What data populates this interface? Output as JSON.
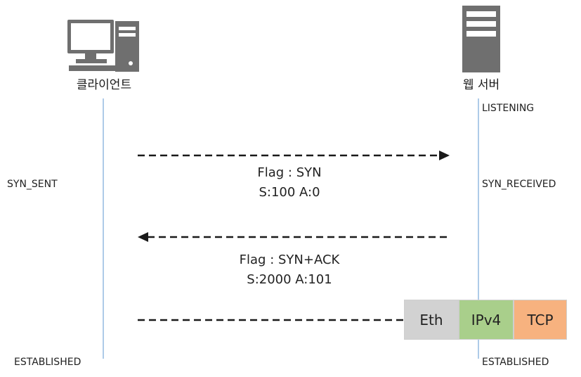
{
  "client": {
    "label": "클라이언트",
    "icon": "desktop-computer-icon"
  },
  "server": {
    "label": "웹 서버",
    "icon": "server-tower-icon"
  },
  "states": {
    "listening": "LISTENING",
    "syn_sent": "SYN_SENT",
    "syn_received": "SYN_RECEIVED",
    "client_established": "ESTABLISHED",
    "server_established": "ESTABLISHED"
  },
  "messages": [
    {
      "flag": "Flag : SYN",
      "seq": "S:100 A:0",
      "direction": "client-to-server"
    },
    {
      "flag": "Flag : SYN+ACK",
      "seq": "S:2000 A:101",
      "direction": "server-to-client"
    },
    {
      "direction": "client-to-server"
    }
  ],
  "packet": {
    "segments": [
      {
        "label": "Eth",
        "color": "#d2d2d2"
      },
      {
        "label": "IPv4",
        "color": "#a9cf8b"
      },
      {
        "label": "TCP",
        "color": "#f7b27f"
      }
    ]
  },
  "colors": {
    "lifeline": "#aecbe8",
    "arrow": "#1a1a1a",
    "icon": "#6f6f6f"
  }
}
